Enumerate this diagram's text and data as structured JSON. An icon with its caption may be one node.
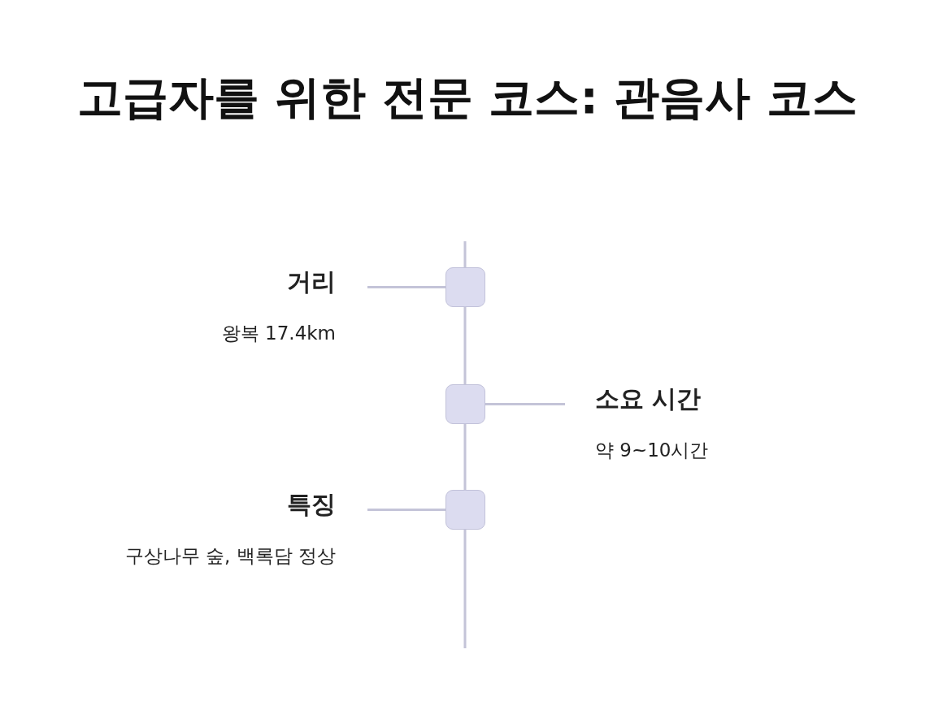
{
  "diagram": {
    "title": "고급자를 위한 전문 코스: 관음사 코스",
    "nodes": [
      {
        "text": [
          "거리",
          "왕복 17.4km"
        ]
      },
      {
        "text": [],
        "shape": "box"
      },
      {
        "text": [],
        "shape": "box"
      },
      {
        "text": [
          "소요 시간",
          "약 9~10시간"
        ]
      },
      {
        "text": [
          "특징",
          "구상나무 숲, 백록담 정상"
        ]
      },
      {
        "text": [],
        "shape": "box"
      }
    ],
    "edges": [
      {
        "from": 0,
        "to": 1,
        "arrow": "none"
      },
      {
        "from": 2,
        "to": 3,
        "arrow": "none"
      },
      {
        "from": 4,
        "to": 5,
        "arrow": "none"
      }
    ]
  }
}
